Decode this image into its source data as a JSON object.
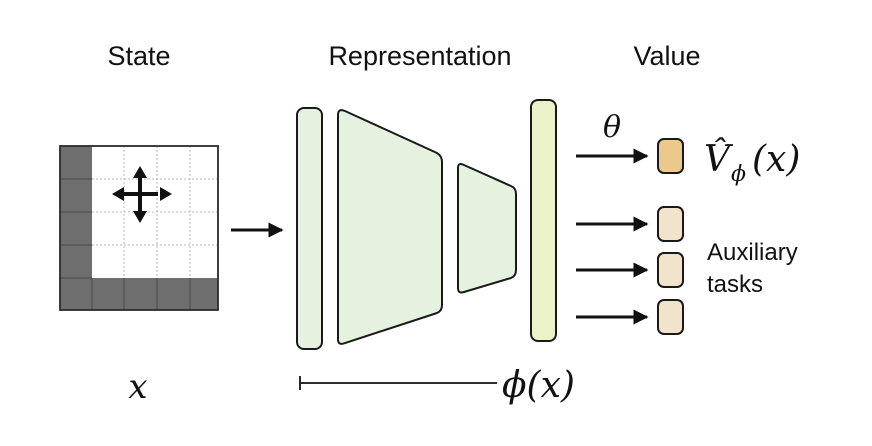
{
  "headers": {
    "state": "State",
    "representation": "Representation",
    "value": "Value"
  },
  "labels": {
    "x": "x",
    "phi_x": "ϕ(x)",
    "theta": "θ",
    "v_hat": "V̂",
    "v_sub": "ϕ",
    "v_arg": "(x)",
    "aux_line1": "Auxiliary",
    "aux_line2": "tasks"
  },
  "colors": {
    "wall": "#6e6e6e",
    "grid_line": "#b8b8b8",
    "encoder_fill": "#e4f2df",
    "encoder_stroke": "#1a1a1a",
    "feature_fill": "#ecf2c7",
    "value_head": "#ecc98a",
    "aux_head": "#f2e4cc"
  },
  "icons": {
    "agent": "four-way-move-arrow-icon"
  }
}
